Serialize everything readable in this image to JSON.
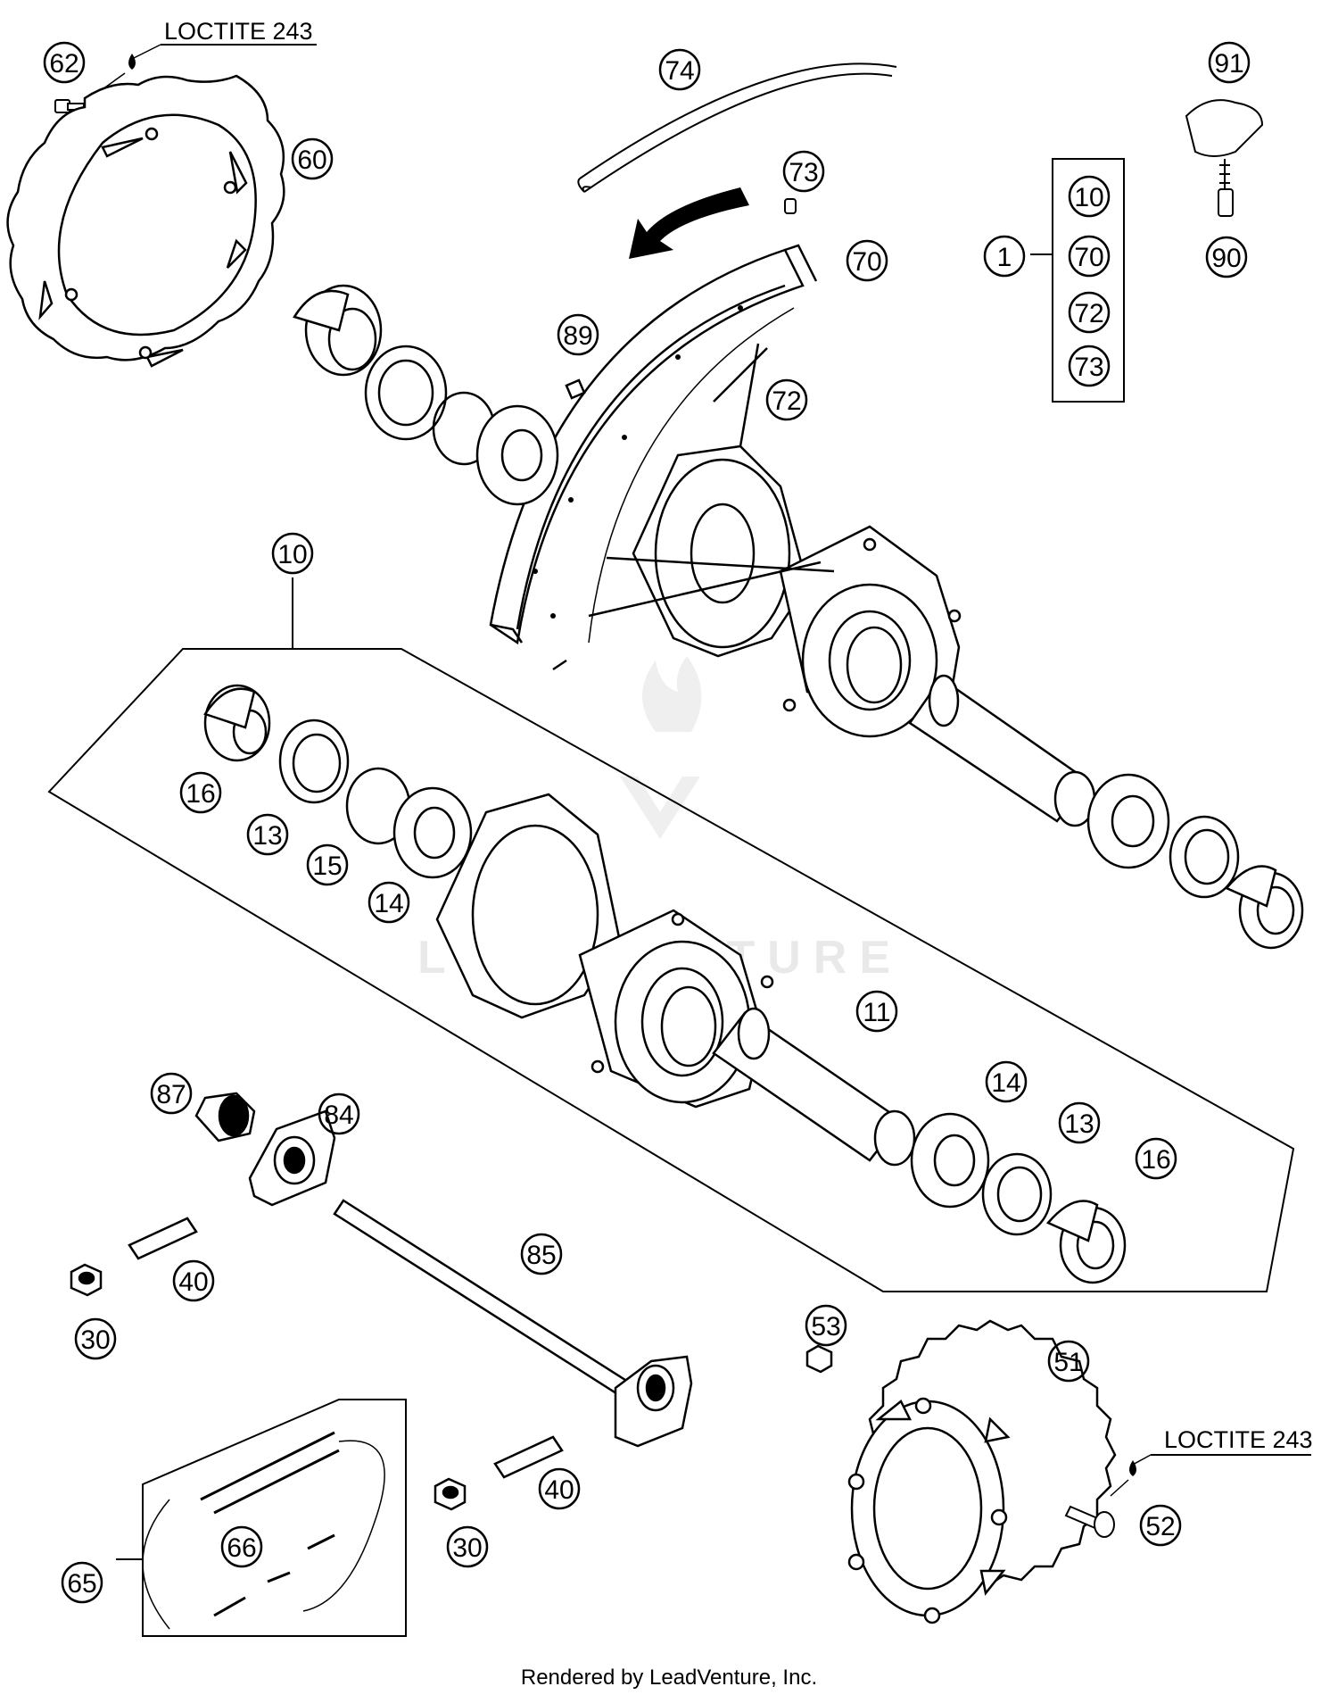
{
  "callouts": {
    "loctite_top": "LOCTITE 243",
    "loctite_bottom": "LOCTITE 243"
  },
  "labels": {
    "p62": "62",
    "p60": "60",
    "p74": "74",
    "p73a": "73",
    "p70a": "70",
    "p89": "89",
    "p72a": "72",
    "p91": "91",
    "p90": "90",
    "p1": "1",
    "p10box": "10",
    "p70box": "70",
    "p72box": "72",
    "p73box": "73",
    "p10": "10",
    "p16a": "16",
    "p13a": "13",
    "p15": "15",
    "p14a": "14",
    "p11": "11",
    "p14b": "14",
    "p13b": "13",
    "p16b": "16",
    "p87": "87",
    "p84": "84",
    "p85": "85",
    "p40a": "40",
    "p30a": "30",
    "p53": "53",
    "p51": "51",
    "p40b": "40",
    "p30b": "30",
    "p52": "52",
    "p66": "66",
    "p65": "65"
  },
  "watermark": "LEADVENTURE",
  "footer": "Rendered by LeadVenture, Inc."
}
